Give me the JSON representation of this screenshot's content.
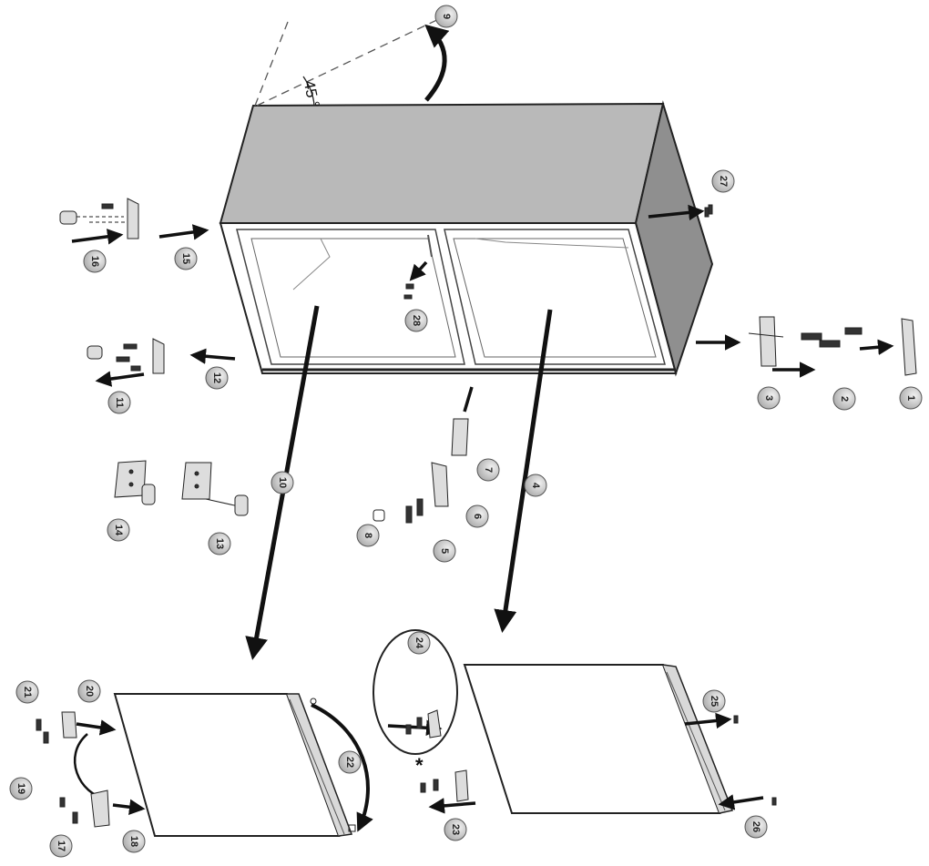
{
  "diagram": {
    "angle_label": "45 °",
    "asterisk": "*",
    "callouts": {
      "c1": "1",
      "c2": "2",
      "c3": "3",
      "c4": "4",
      "c5": "5",
      "c6": "6",
      "c7": "7",
      "c8": "8",
      "c9": "9",
      "c10": "10",
      "c11": "11",
      "c12": "12",
      "c13": "13",
      "c14": "14",
      "c15": "15",
      "c16": "16",
      "c17": "17",
      "c18": "18",
      "c19": "19",
      "c20": "20",
      "c21": "21",
      "c22": "22",
      "c23": "23",
      "c24": "24",
      "c25": "25",
      "c26": "26",
      "c27": "27",
      "c28": "28"
    }
  }
}
